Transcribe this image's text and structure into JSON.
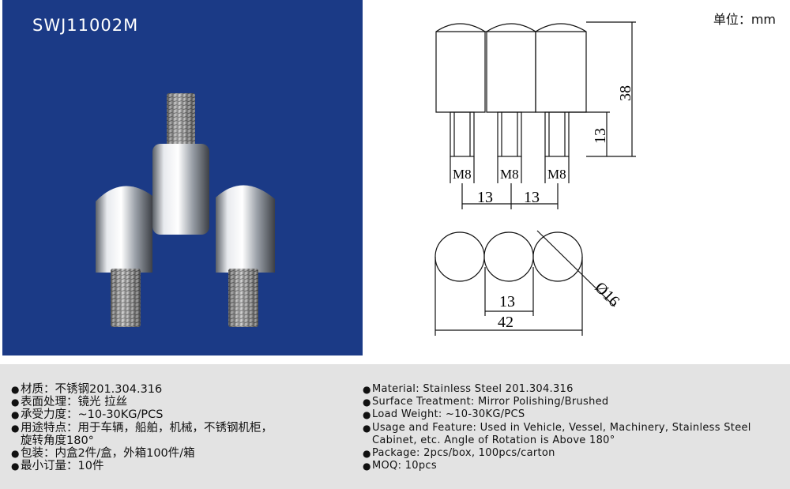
{
  "header": {
    "model": "SWJ11002M",
    "unit": "单位：mm"
  },
  "colors": {
    "photo_bg": "#1b3a86",
    "spec_bg": "#e3e3e3",
    "text": "#111111"
  },
  "drawing": {
    "thread_labels": [
      "M8",
      "M8",
      "M8"
    ],
    "dim_total_height": "38",
    "dim_thread_height": "13",
    "dim_pitch_1": "13",
    "dim_pitch_2": "13",
    "dim_center": "13",
    "dim_total_width": "42",
    "dim_diameter": "Ø16"
  },
  "specs_cn": [
    "材质：不锈钢201.304.316",
    "表面处理：镜光 拉丝",
    "承受力度：~10-30KG/PCS",
    "用途特点：用于车辆，船舶，机械，不锈钢机柜，\n旋转角度180°",
    "包装：内盒2件/盒，外箱100件/箱",
    "最小订量：10件"
  ],
  "specs_en": [
    "Material: Stainless Steel 201.304.316",
    "Surface Treatment: Mirror Polishing/Brushed",
    "Load Weight: ~10-30KG/PCS",
    "Usage and Feature: Used in Vehicle, Vessel, Machinery, Stainless Steel\nCabinet, etc. Angle of Rotation is Above 180°",
    "Package: 2pcs/box, 100pcs/carton",
    "MOQ: 10pcs"
  ],
  "bullet_symbol": "●"
}
